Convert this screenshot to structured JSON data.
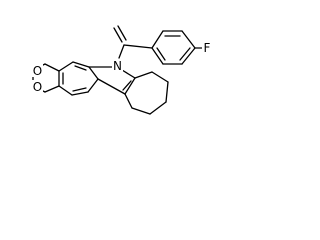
{
  "molecule": {
    "atoms": {
      "oxygen_top": "O",
      "oxygen_bottom": "O",
      "nitrogen": "N",
      "fluorine": "F"
    }
  }
}
